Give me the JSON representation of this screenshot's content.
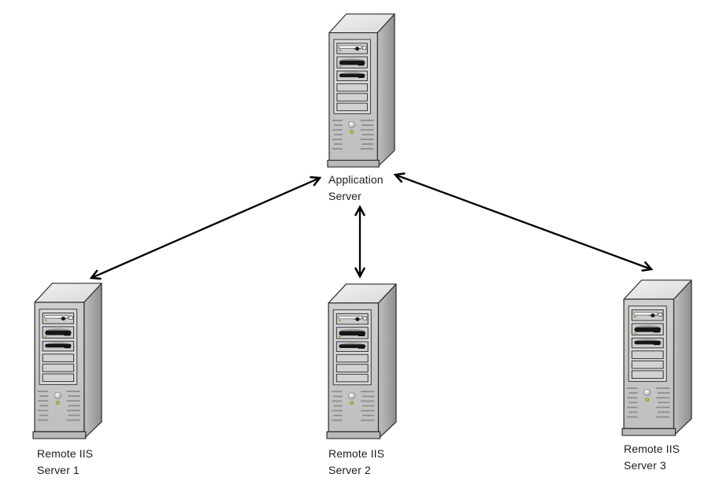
{
  "diagram": {
    "type": "network-topology",
    "nodes": {
      "application_server": {
        "id": "application-server",
        "icon": "server-tower-icon",
        "line1": "Application",
        "line2": "Server"
      },
      "remote_iis_1": {
        "id": "remote-iis-server-1",
        "icon": "server-tower-icon",
        "line1": "Remote IIS",
        "line2": "Server 1"
      },
      "remote_iis_2": {
        "id": "remote-iis-server-2",
        "icon": "server-tower-icon",
        "line1": "Remote IIS",
        "line2": "Server 2"
      },
      "remote_iis_3": {
        "id": "remote-iis-server-3",
        "icon": "server-tower-icon",
        "line1": "Remote IIS",
        "line2": "Server 3"
      }
    },
    "connections": [
      {
        "from": "application-server",
        "to": "remote-iis-server-1",
        "bidirectional": true,
        "style": "open-arrowheads"
      },
      {
        "from": "application-server",
        "to": "remote-iis-server-2",
        "bidirectional": true,
        "style": "open-arrowheads"
      },
      {
        "from": "application-server",
        "to": "remote-iis-server-3",
        "bidirectional": true,
        "style": "open-arrowheads"
      }
    ],
    "colors": {
      "background": "#ffffff",
      "arrow": "#000000",
      "label_text": "#1d1d1d",
      "server_front": "#c8c8c8",
      "server_side": "#9a9a9a",
      "server_top": "#e8e8e8",
      "server_bezel": "#d9d9d9",
      "power_led": "#b3cc40"
    }
  }
}
